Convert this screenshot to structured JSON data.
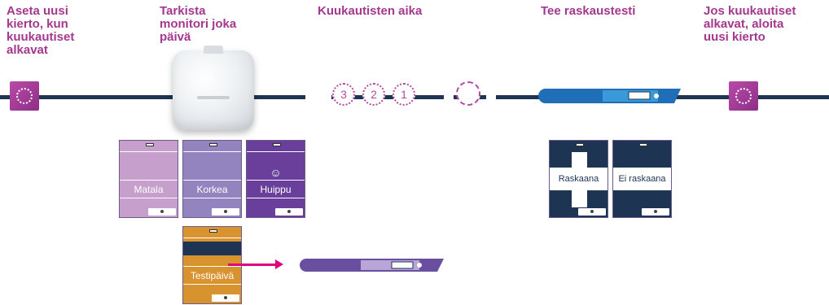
{
  "steps": {
    "new_cycle": "Aseta uusi\nkierto, kun\nkuukautiset\nalkavat",
    "check_monitor": "Tarkista\nmonitori joka\npäivä",
    "period_time": "Kuukautisten aika",
    "pregnancy_test": "Tee raskaustesti",
    "restart": "Jos kuukautiset\nalkavat, aloita\nuusi kierto"
  },
  "countdown": [
    "3",
    "2",
    "1"
  ],
  "fertility_screens": {
    "low": "Matala",
    "high": "Korkea",
    "peak": "Huippu",
    "peak_icon": "☺"
  },
  "test_day_screen": {
    "label": "Testipäivä"
  },
  "result_screens": {
    "pregnant": "Raskaana",
    "not_pregnant": "Ei raskaana"
  },
  "colors": {
    "title": "#a4378e",
    "timeline": "#1d3553",
    "low": "#c69fcc",
    "high": "#9383be",
    "peak": "#6a3f9c",
    "test_day": "#d8922e",
    "test_day_dark": "#1d3553",
    "result_bg": "#1d3553",
    "arrow": "#e0007a",
    "test_stick_pregnancy": "#1f6fb8",
    "test_stick_monitor": "#6a4fa0"
  },
  "icons": [
    "cycle-start-icon",
    "monitor-device-image",
    "countdown-circle-icon",
    "period-burst-icon",
    "pregnancy-test-stick",
    "arrow-right-icon",
    "cycle-restart-icon",
    "smiley-icon"
  ]
}
